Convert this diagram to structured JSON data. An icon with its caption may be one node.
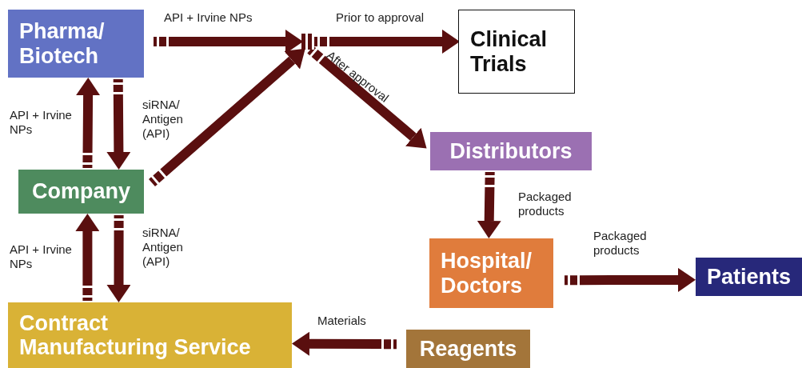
{
  "diagram": {
    "nodes": [
      {
        "text": [
          "Pharma/ Biotech"
        ]
      },
      {
        "text": [
          "Clinical Trials"
        ]
      },
      {
        "text": [
          "Company"
        ]
      },
      {
        "text": [
          "Distributors"
        ]
      },
      {
        "text": [
          "Hospital/ Doctors"
        ]
      },
      {
        "text": [
          "Patients"
        ]
      },
      {
        "text": [
          "Contract Manufacturing Service"
        ]
      },
      {
        "text": [
          "Reagents"
        ]
      },
      {
        "text": [],
        "shape": "bar"
      }
    ],
    "edges": [
      {
        "from": 0,
        "to": 8,
        "arrow": "to",
        "label": "API + Irvine NPs"
      },
      {
        "from": 2,
        "to": 8,
        "arrow": "to"
      },
      {
        "from": 8,
        "to": 1,
        "arrow": "to",
        "label": "Prior to approval"
      },
      {
        "from": 8,
        "to": 3,
        "arrow": "to",
        "label": "After approval"
      },
      {
        "from": 2,
        "to": 0,
        "arrow": "to",
        "label": "API + Irvine NPs"
      },
      {
        "from": 0,
        "to": 2,
        "arrow": "to",
        "label": "siRNA/ Antigen (API)"
      },
      {
        "from": 6,
        "to": 2,
        "arrow": "to",
        "label": "API + Irvine NPs"
      },
      {
        "from": 2,
        "to": 6,
        "arrow": "to",
        "label": "siRNA/ Antigen (API)"
      },
      {
        "from": 3,
        "to": 4,
        "arrow": "to",
        "label": "Packaged products"
      },
      {
        "from": 4,
        "to": 5,
        "arrow": "to",
        "label": "Packaged products"
      },
      {
        "from": 7,
        "to": 6,
        "arrow": "to",
        "label": "Materials"
      }
    ]
  }
}
